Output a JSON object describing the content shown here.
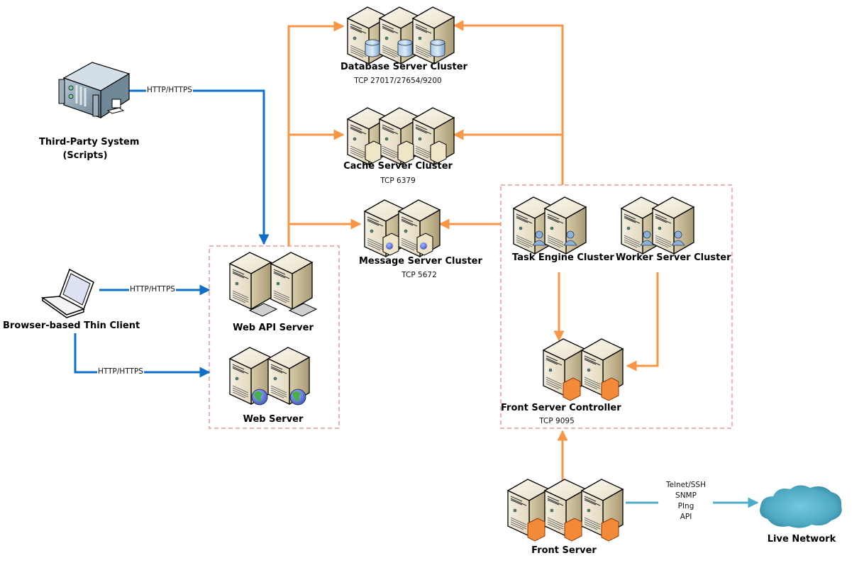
{
  "diagram": {
    "colors": {
      "blue_link": "#0f6fc6",
      "orange_link": "#f79646",
      "teal_link": "#4bacc6",
      "group_border": "#e6b9b8",
      "server_face": "#ede6d3",
      "server_side": "#c9bc9a"
    },
    "nodes": {
      "database": {
        "title": "Database Server Cluster",
        "sub": "TCP 27017/27654/9200",
        "icon": "server-database-icon",
        "count": 3
      },
      "cache": {
        "title": "Cache Server Cluster",
        "sub": "TCP 6379",
        "icon": "server-cache-icon",
        "count": 3
      },
      "message": {
        "title": "Message Server Cluster",
        "sub": "TCP 5672",
        "icon": "server-message-icon",
        "count": 2
      },
      "third_party": {
        "title": "Third-Party System",
        "title2": "(Scripts)",
        "icon": "rack-server-icon"
      },
      "thin_client": {
        "title": "Browser-based Thin Client",
        "icon": "laptop-icon"
      },
      "web_api": {
        "title": "Web API Server",
        "icon": "server-api-icon",
        "count": 2
      },
      "web": {
        "title": "Web Server",
        "icon": "server-web-icon",
        "count": 2
      },
      "task_engine": {
        "title": "Task Engine Cluster",
        "icon": "server-user-icon",
        "count": 2
      },
      "worker": {
        "title": "Worker Server Cluster",
        "icon": "server-user-icon",
        "count": 2
      },
      "front_controller": {
        "title": "Front Server Controller",
        "sub": "TCP 9095",
        "icon": "server-firewall-icon",
        "count": 2
      },
      "front_server": {
        "title": "Front Server",
        "icon": "server-firewall-icon",
        "count": 3
      },
      "live_network": {
        "title": "Live Network",
        "icon": "cloud-icon"
      }
    },
    "edges": {
      "third_party_to_api": "HTTP/HTTPS",
      "client_to_api": "HTTP/HTTPS",
      "client_to_web": "HTTP/HTTPS",
      "front_to_network": [
        "Telnet/SSH",
        "SNMP",
        "PIng",
        "API"
      ]
    }
  }
}
